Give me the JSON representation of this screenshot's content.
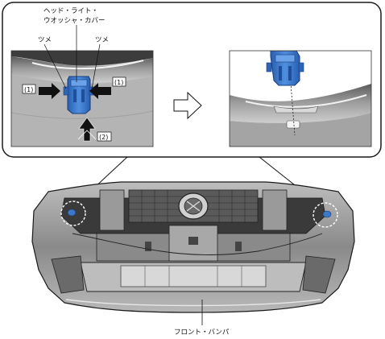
{
  "callout": {
    "cover_label_line1": "ヘッド・ライト・",
    "cover_label_line2": "ウオッシャ・カバー",
    "tab_left": "ツメ",
    "tab_right": "ツメ",
    "step_left": "(1)",
    "step_right": "(1)",
    "step_bottom": "(2)"
  },
  "main": {
    "bumper_label": "フロント・バンパ"
  },
  "colors": {
    "part_blue": "#3b78c8",
    "part_blue_dark": "#1f4f9a",
    "panel_gray": "#8f8f8f",
    "outline": "#1a1a1a"
  }
}
